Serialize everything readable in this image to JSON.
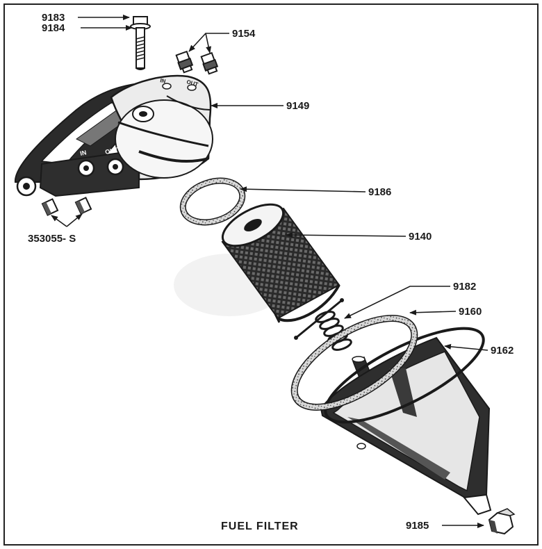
{
  "caption": "FUEL FILTER",
  "parts": {
    "bolt": "9183",
    "bolt_washer": "9184",
    "fittings_top": "9154",
    "cover": "9149",
    "cover_gasket": "9186",
    "element": "9140",
    "spring": "9182",
    "bowl_gasket": "9160",
    "bowl": "9162",
    "drain_plug": "9185",
    "plugs": "353055- S"
  },
  "cover_marks": {
    "in": "IN",
    "out": "OUT",
    "in_top": "IN",
    "out_top": "OUT"
  }
}
